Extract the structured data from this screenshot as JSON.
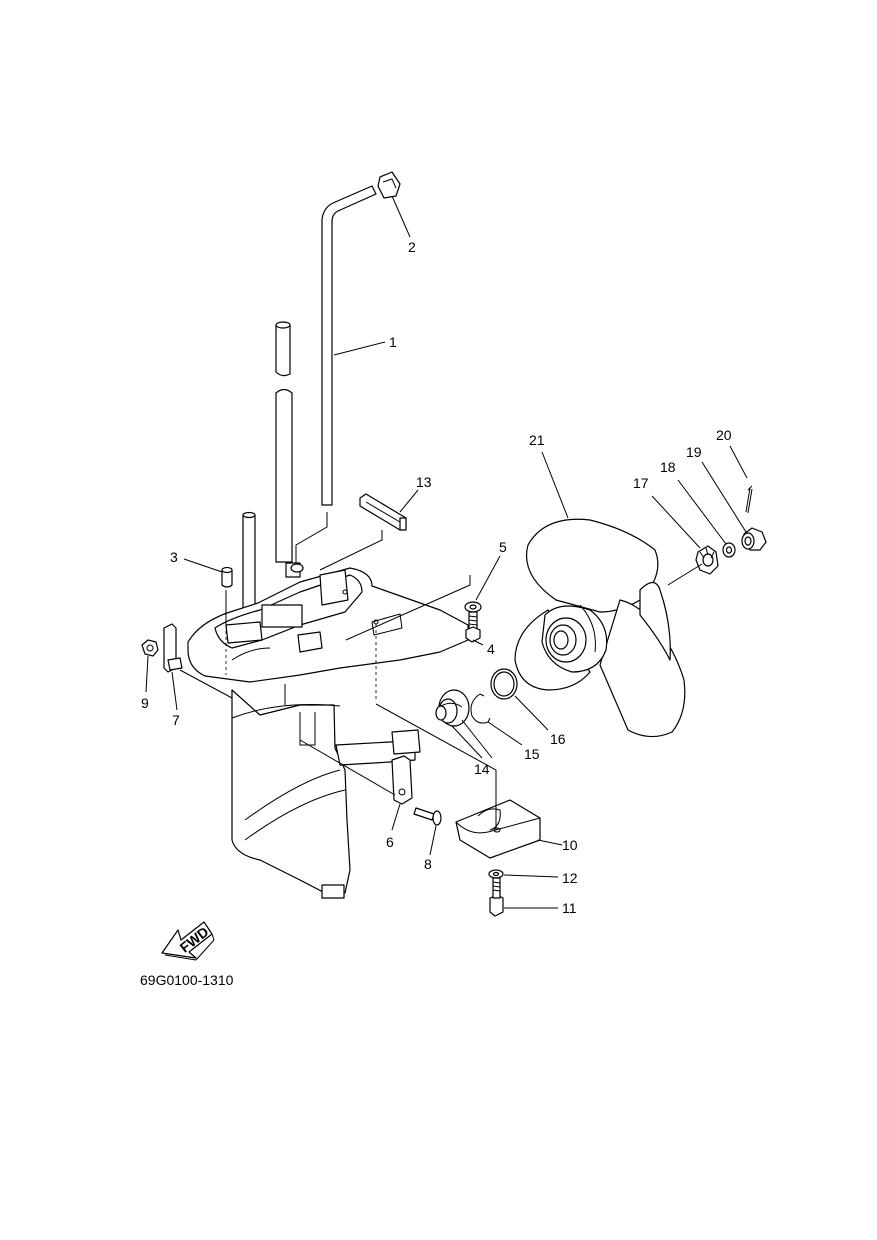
{
  "diagram_code": "69G0100-1310",
  "fwd_label": "FWD",
  "callouts": {
    "c1": "1",
    "c2": "2",
    "c3": "3",
    "c4": "4",
    "c5": "5",
    "c6": "6",
    "c7": "7",
    "c8": "8",
    "c9": "9",
    "c10": "10",
    "c11": "11",
    "c12": "12",
    "c13": "13",
    "c14": "14",
    "c15": "15",
    "c16": "16",
    "c17": "17",
    "c18": "18",
    "c19": "19",
    "c20": "20",
    "c21": "21"
  }
}
